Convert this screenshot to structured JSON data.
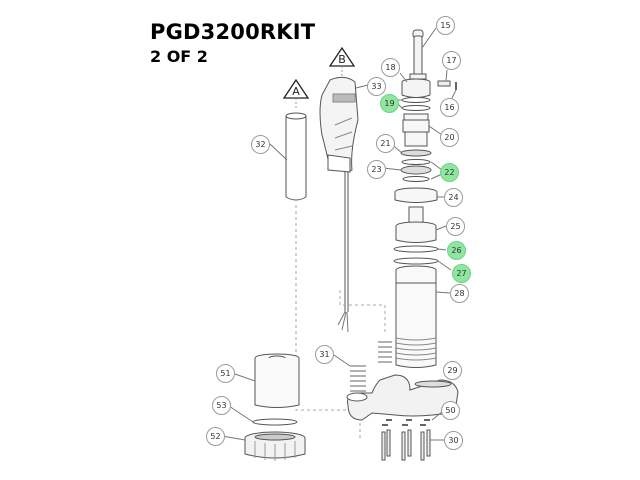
{
  "header": {
    "title": "PGD3200RKIT",
    "subtitle": "2 OF 2"
  },
  "reference_markers": [
    {
      "id": "A",
      "label": "A"
    },
    {
      "id": "B",
      "label": "B"
    }
  ],
  "highlight_color": "#8ee6a0",
  "callouts": [
    {
      "num": "15",
      "highlighted": false,
      "part": "top cap / stem"
    },
    {
      "num": "16",
      "highlighted": false,
      "part": "pin"
    },
    {
      "num": "17",
      "highlighted": false,
      "part": "pin sleeve"
    },
    {
      "num": "18",
      "highlighted": false,
      "part": "valve cap"
    },
    {
      "num": "19",
      "highlighted": true,
      "part": "o-rings"
    },
    {
      "num": "20",
      "highlighted": false,
      "part": "valve body"
    },
    {
      "num": "21",
      "highlighted": false,
      "part": "washer"
    },
    {
      "num": "22",
      "highlighted": true,
      "part": "o-rings"
    },
    {
      "num": "23",
      "highlighted": false,
      "part": "washer"
    },
    {
      "num": "24",
      "highlighted": false,
      "part": "ring"
    },
    {
      "num": "25",
      "highlighted": false,
      "part": "piston"
    },
    {
      "num": "26",
      "highlighted": true,
      "part": "o-ring"
    },
    {
      "num": "27",
      "highlighted": true,
      "part": "o-ring"
    },
    {
      "num": "28",
      "highlighted": false,
      "part": "cylinder"
    },
    {
      "num": "29",
      "highlighted": false,
      "part": "base"
    },
    {
      "num": "30",
      "highlighted": false,
      "part": "bolts"
    },
    {
      "num": "31",
      "highlighted": false,
      "part": "spring"
    },
    {
      "num": "32",
      "highlighted": false,
      "part": "tube"
    },
    {
      "num": "33",
      "highlighted": false,
      "part": "handle"
    },
    {
      "num": "50",
      "highlighted": false,
      "part": "washers"
    },
    {
      "num": "51",
      "highlighted": false,
      "part": "filter housing"
    },
    {
      "num": "52",
      "highlighted": false,
      "part": "nut"
    },
    {
      "num": "53",
      "highlighted": false,
      "part": "gasket"
    }
  ]
}
